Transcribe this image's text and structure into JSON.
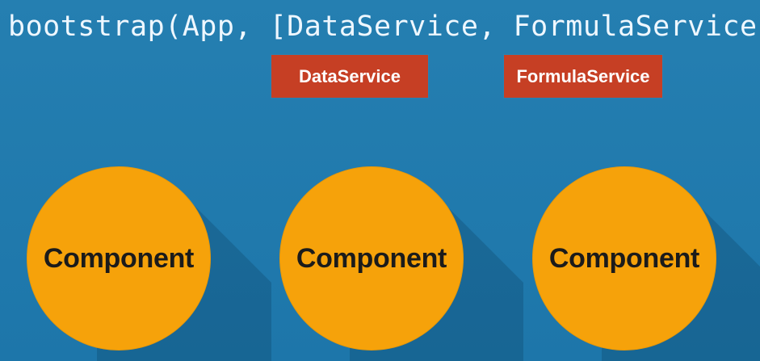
{
  "code": {
    "line": "bootstrap(App, [DataService, FormulaService]);"
  },
  "services": [
    {
      "label": "DataService"
    },
    {
      "label": "FormulaService"
    }
  ],
  "components": [
    {
      "label": "Component"
    },
    {
      "label": "Component"
    },
    {
      "label": "Component"
    }
  ],
  "colors": {
    "background": "#1f79ad",
    "service": "#c63f24",
    "component": "#f6a20a",
    "text_dark": "#1b1b1b",
    "text_light": "#eef7ff"
  }
}
